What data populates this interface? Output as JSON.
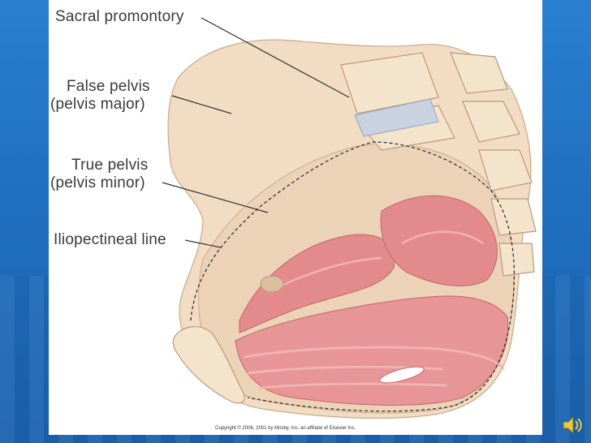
{
  "labels": {
    "sacral_promontory": "Sacral promontory",
    "false_pelvis_line1": "False pelvis",
    "false_pelvis_line2": "(pelvis major)",
    "true_pelvis_line1": "True pelvis",
    "true_pelvis_line2": "(pelvis minor)",
    "iliopectineal_line": "Iliopectineal line"
  },
  "copyright": "Copyright © 2006, 2001 by Mosby, Inc. an affiliate of Elsevier Inc.",
  "colors": {
    "background": "#1f6fc0",
    "bone": "#f2dcc4",
    "bone_shadow": "#e2c3a3",
    "muscle": "#e38a8c",
    "muscle_light": "#f1b3b0",
    "disc": "#c8d2e0",
    "leader_line": "#333333"
  },
  "icons": {
    "speaker": "speaker-icon"
  }
}
